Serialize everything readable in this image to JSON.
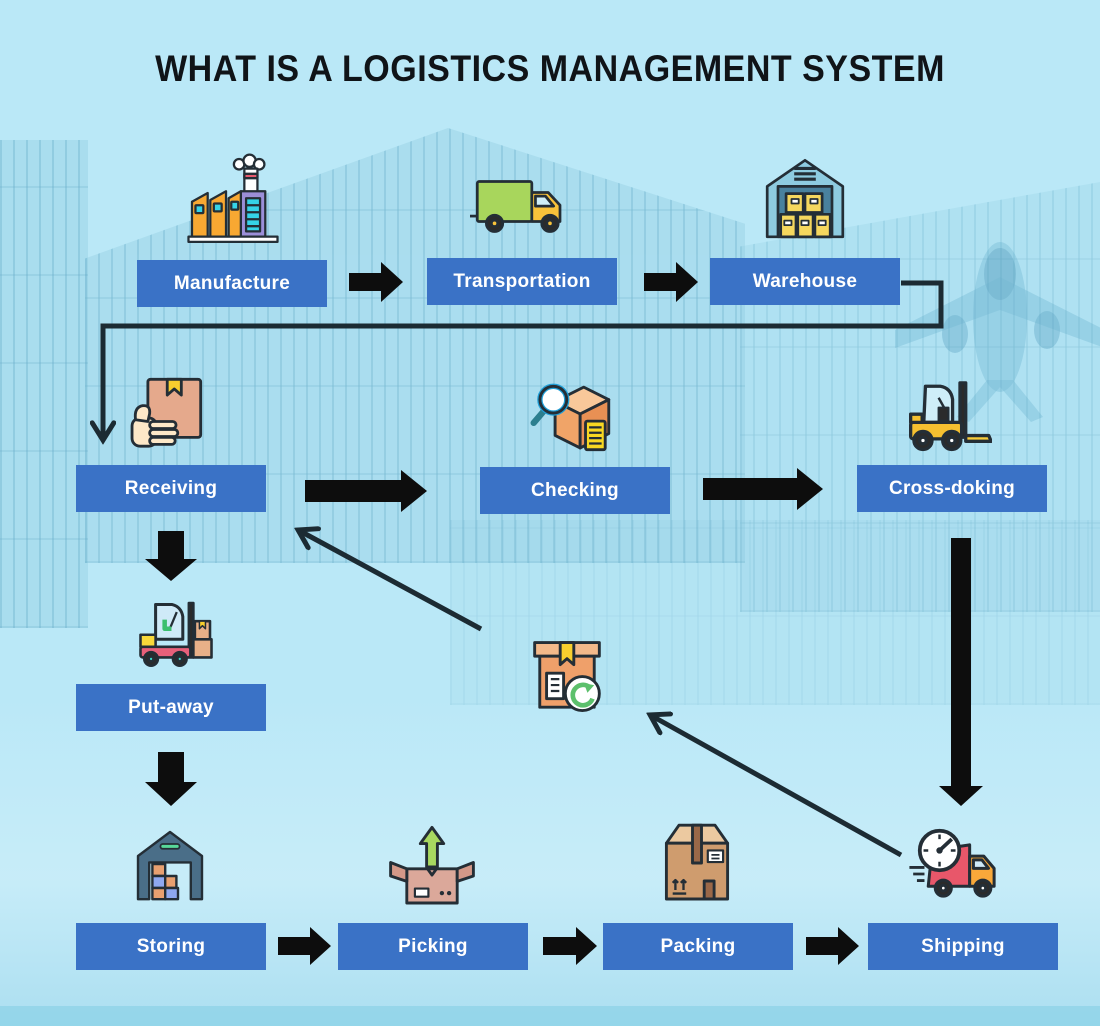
{
  "title": "WHAT IS A LOGISTICS MANAGEMENT SYSTEM",
  "colors": {
    "background": "#bae8f7",
    "node_fill": "#3a72c6",
    "node_text": "#ffffff",
    "arrow_black": "#0d0d0d",
    "thin_line": "#1c2b33",
    "title_text": "#101418"
  },
  "diagram": {
    "nodes": {
      "manufacture": {
        "label": "Manufacture",
        "icon": "factory-icon"
      },
      "transportation": {
        "label": "Transportation",
        "icon": "delivery-truck-icon"
      },
      "warehouse": {
        "label": "Warehouse",
        "icon": "warehouse-boxes-icon"
      },
      "receiving": {
        "label": "Receiving",
        "icon": "hand-box-icon"
      },
      "checking": {
        "label": "Checking",
        "icon": "magnifier-box-icon"
      },
      "cross_doking": {
        "label": "Cross-doking",
        "icon": "forklift-icon"
      },
      "put_away": {
        "label": "Put-away",
        "icon": "loaded-forklift-icon"
      },
      "storing": {
        "label": "Storing",
        "icon": "storage-rack-icon"
      },
      "picking": {
        "label": "Picking",
        "icon": "open-box-up-arrow-icon"
      },
      "packing": {
        "label": "Packing",
        "icon": "sealed-carton-icon"
      },
      "shipping": {
        "label": "Shipping",
        "icon": "fast-truck-clock-icon"
      }
    },
    "center_icon": "return-box-icon",
    "background_icons": [
      "container-stacks",
      "airplane-silhouette"
    ],
    "edges": [
      {
        "from": "manufacture",
        "to": "transportation",
        "style": "black-block-arrow-right"
      },
      {
        "from": "transportation",
        "to": "warehouse",
        "style": "black-block-arrow-right"
      },
      {
        "from": "warehouse",
        "to": "receiving",
        "style": "thin-elbow-line-arrow"
      },
      {
        "from": "receiving",
        "to": "checking",
        "style": "black-block-arrow-right"
      },
      {
        "from": "checking",
        "to": "cross_doking",
        "style": "black-block-arrow-right"
      },
      {
        "from": "receiving",
        "to": "put_away",
        "style": "black-block-arrow-down"
      },
      {
        "from": "put_away",
        "to": "storing",
        "style": "black-block-arrow-down"
      },
      {
        "from": "cross_doking",
        "to": "shipping",
        "style": "black-block-arrow-down-long"
      },
      {
        "from": "storing",
        "to": "picking",
        "style": "black-block-arrow-right"
      },
      {
        "from": "picking",
        "to": "packing",
        "style": "black-block-arrow-right"
      },
      {
        "from": "packing",
        "to": "shipping",
        "style": "black-block-arrow-right"
      },
      {
        "from": "shipping",
        "to": "return-box",
        "style": "thin-diagonal-line-arrow"
      },
      {
        "from": "return-box",
        "to": "receiving",
        "style": "thin-diagonal-line-arrow"
      }
    ]
  }
}
